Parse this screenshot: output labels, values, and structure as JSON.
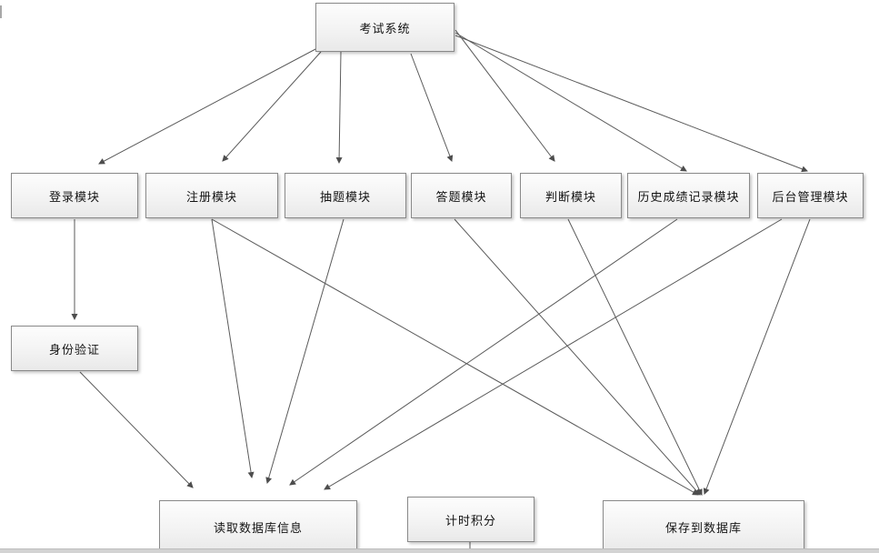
{
  "diagram": {
    "line_color": "#5a5a5a",
    "arrow_color": "#4d4d4d",
    "nodes": [
      {
        "id": "exam",
        "label": "考试系统"
      },
      {
        "id": "login",
        "label": "登录模块"
      },
      {
        "id": "register",
        "label": "注册模块"
      },
      {
        "id": "draw",
        "label": "抽题模块"
      },
      {
        "id": "answer",
        "label": "答题模块"
      },
      {
        "id": "judge",
        "label": "判断模块"
      },
      {
        "id": "history",
        "label": "历史成绩记录模块"
      },
      {
        "id": "admin",
        "label": "后台管理模块"
      },
      {
        "id": "auth",
        "label": "身份验证"
      },
      {
        "id": "read",
        "label": "读取数据库信息"
      },
      {
        "id": "timer",
        "label": "计时积分"
      },
      {
        "id": "save",
        "label": "保存到数据库"
      }
    ],
    "edges": [
      {
        "from": "exam",
        "to": "login"
      },
      {
        "from": "exam",
        "to": "register"
      },
      {
        "from": "exam",
        "to": "draw"
      },
      {
        "from": "exam",
        "to": "answer"
      },
      {
        "from": "exam",
        "to": "judge"
      },
      {
        "from": "exam",
        "to": "history"
      },
      {
        "from": "exam",
        "to": "admin"
      },
      {
        "from": "login",
        "to": "auth"
      },
      {
        "from": "auth",
        "to": "read"
      },
      {
        "from": "register",
        "to": "read"
      },
      {
        "from": "register",
        "to": "save"
      },
      {
        "from": "draw",
        "to": "read"
      },
      {
        "from": "answer",
        "to": "save"
      },
      {
        "from": "judge",
        "to": "save"
      },
      {
        "from": "history",
        "to": "read"
      },
      {
        "from": "admin",
        "to": "read"
      },
      {
        "from": "admin",
        "to": "save"
      },
      {
        "from": "timer",
        "to": "bottom-edge"
      }
    ]
  }
}
